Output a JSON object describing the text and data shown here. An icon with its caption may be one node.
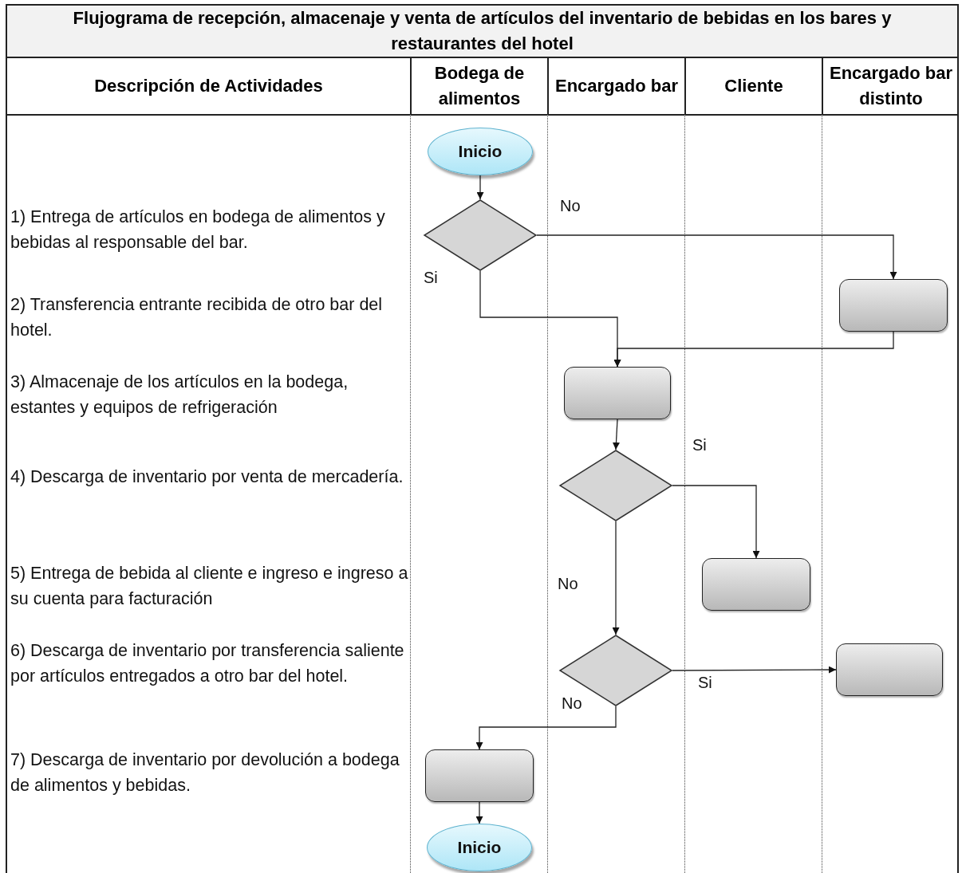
{
  "diagram": {
    "title": "Flujograma de recepción, almacenaje y venta de artículos del inventario de bebidas en los bares y restaurantes del hotel",
    "nodes": [
      {
        "text": [
          "Inicio"
        ]
      },
      {
        "text": [],
        "shape": "diamond"
      },
      {
        "text": [],
        "shape": "box"
      },
      {
        "text": [],
        "shape": "box"
      },
      {
        "text": [],
        "shape": "diamond"
      },
      {
        "text": [],
        "shape": "box"
      },
      {
        "text": [],
        "shape": "diamond"
      },
      {
        "text": [],
        "shape": "box"
      },
      {
        "text": [],
        "shape": "box"
      },
      {
        "text": [
          "Inicio"
        ]
      }
    ],
    "edges": [
      {
        "from": 0,
        "to": 1,
        "arrow": "to"
      },
      {
        "from": 1,
        "to": 2,
        "arrow": "to",
        "label": "No"
      },
      {
        "from": 1,
        "to": 3,
        "arrow": "to",
        "label": "Si"
      },
      {
        "from": 2,
        "to": 3,
        "arrow": "to"
      },
      {
        "from": 3,
        "to": 4,
        "arrow": "to"
      },
      {
        "from": 4,
        "to": 5,
        "arrow": "to",
        "label": "Si"
      },
      {
        "from": 4,
        "to": 6,
        "arrow": "to",
        "label": "No"
      },
      {
        "from": 6,
        "to": 7,
        "arrow": "to",
        "label": "Si"
      },
      {
        "from": 6,
        "to": 8,
        "arrow": "to",
        "label": "No"
      },
      {
        "from": 8,
        "to": 9,
        "arrow": "to"
      }
    ],
    "labels": [
      "Descripción de Actividades",
      "Bodega de alimentos",
      "Encargado bar",
      "Cliente",
      "Encargado bar distinto",
      "1) Entrega de artículos en bodega de alimentos y bebidas al responsable del bar.",
      "2) Transferencia entrante recibida de otro bar del hotel.",
      "3) Almacenaje de los artículos en la bodega, estantes y equipos de refrigeración",
      "4) Descarga de inventario por venta de mercadería.",
      "5) Entrega de bebida al cliente e ingreso e ingreso a su cuenta para facturación",
      "6) Descarga de inventario por transferencia saliente por artículos entregados a otro bar del hotel.",
      "7) Descarga de inventario por devolución a bodega de alimentos y bebidas."
    ]
  }
}
